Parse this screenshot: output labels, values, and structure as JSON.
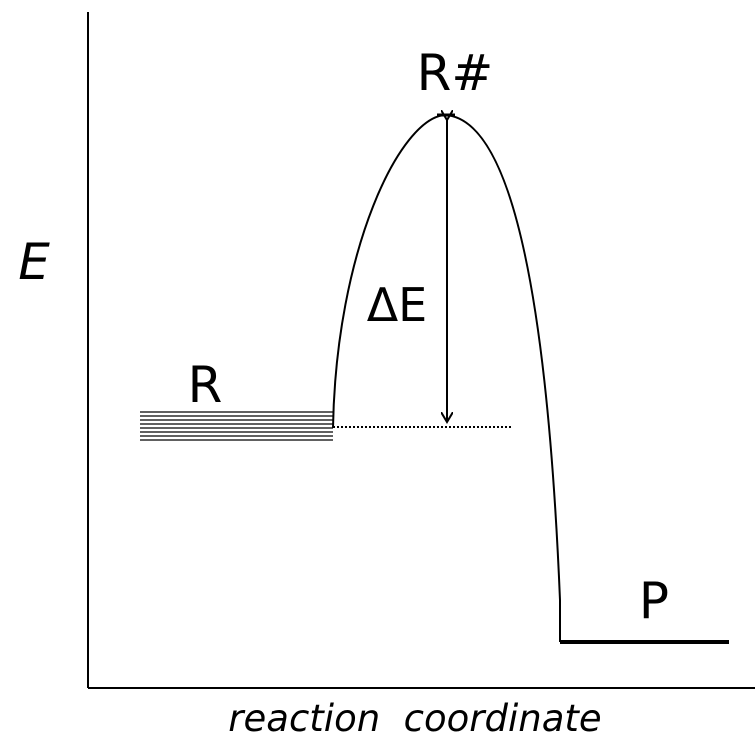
{
  "labels": {
    "y_axis": "E",
    "x_axis": "reaction  coordinate",
    "reactant": "R",
    "transition_state": "R#",
    "product": "P",
    "barrier": "ΔE"
  },
  "colors": {
    "line": "#000000",
    "background": "#ffffff"
  }
}
